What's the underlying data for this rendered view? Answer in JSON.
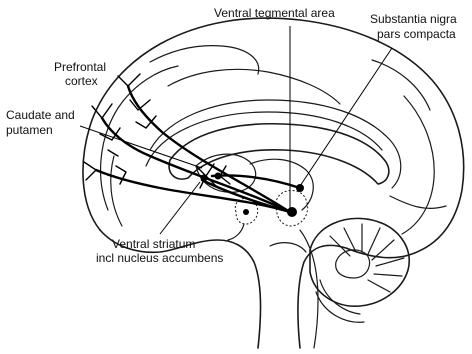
{
  "labels": {
    "vta": "Ventral tegmental area",
    "snc_line1": "Substantia nigra",
    "snc_line2": "pars compacta",
    "pfc_line1": "Prefrontal",
    "pfc_line2": "cortex",
    "cp_line1": "Caudate and",
    "cp_line2": "putamen",
    "vs_line1": "Ventral striatum",
    "vs_line2": "incl nucleus accumbens"
  }
}
